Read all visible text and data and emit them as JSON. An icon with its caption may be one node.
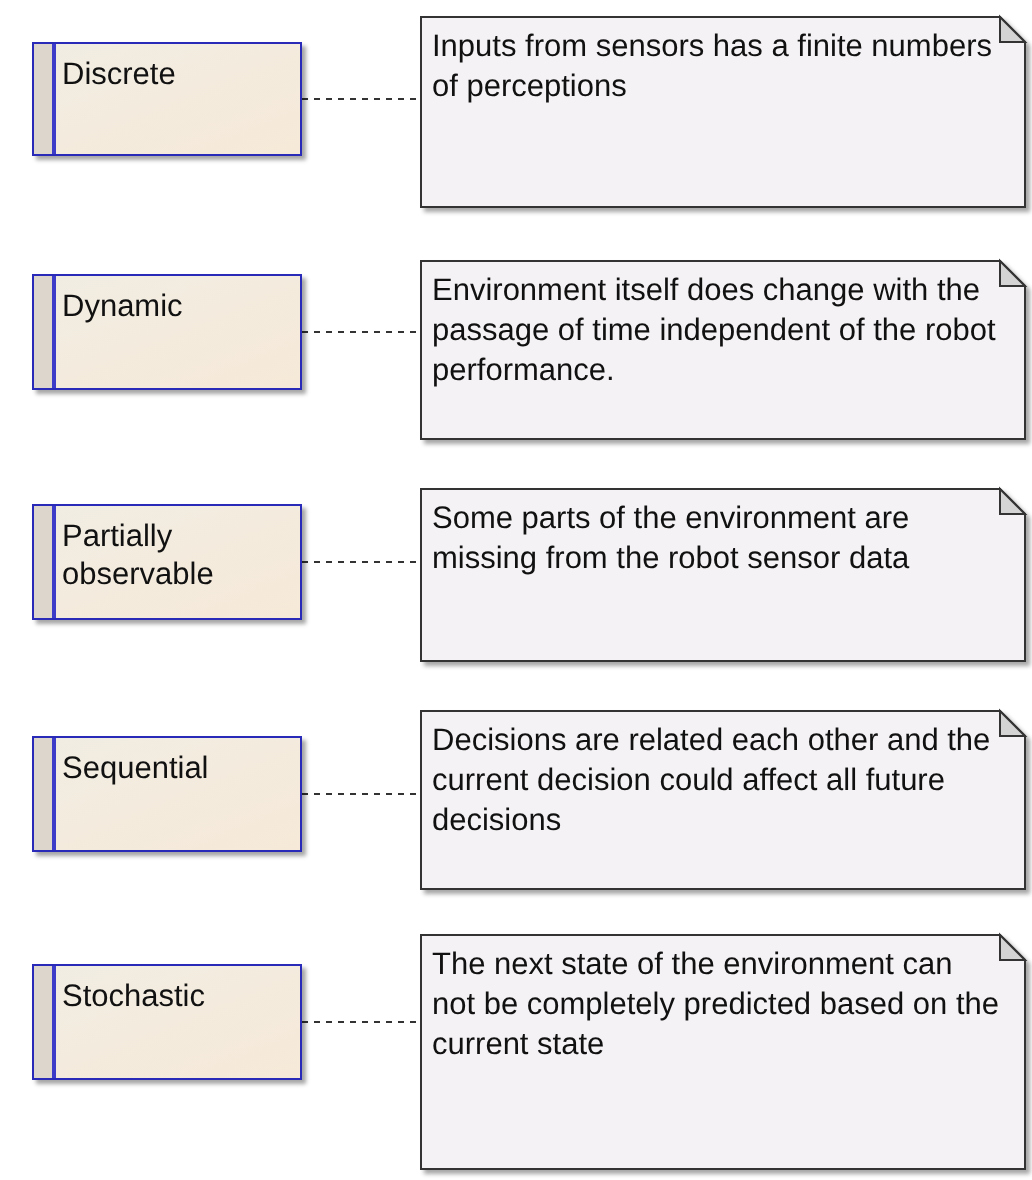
{
  "diagram": {
    "nodes": [
      {
        "text": [
          "Discrete"
        ]
      },
      {
        "text": [
          "Inputs from sensors has a finite numbers of perceptions"
        ]
      },
      {
        "text": [
          "Dynamic"
        ]
      },
      {
        "text": [
          "Environment itself does change with the passage of time independent of the robot performance."
        ]
      },
      {
        "text": [
          "Partially observable"
        ]
      },
      {
        "text": [
          "Some parts of the environment are missing from the robot sensor data"
        ]
      },
      {
        "text": [
          "Sequential"
        ]
      },
      {
        "text": [
          "Decisions are related each other and the current decision could affect all future decisions"
        ]
      },
      {
        "text": [
          "Stochastic"
        ]
      },
      {
        "text": [
          "The next state of the environment can not be completely predicted based on the current state"
        ]
      }
    ],
    "edges": [
      {
        "from": 0,
        "to": 1,
        "arrow": "none",
        "style": "dashed"
      },
      {
        "from": 2,
        "to": 3,
        "arrow": "none",
        "style": "dashed"
      },
      {
        "from": 4,
        "to": 5,
        "arrow": "none",
        "style": "dashed"
      },
      {
        "from": 6,
        "to": 7,
        "arrow": "none",
        "style": "dashed"
      },
      {
        "from": 8,
        "to": 9,
        "arrow": "none",
        "style": "dashed"
      }
    ]
  }
}
